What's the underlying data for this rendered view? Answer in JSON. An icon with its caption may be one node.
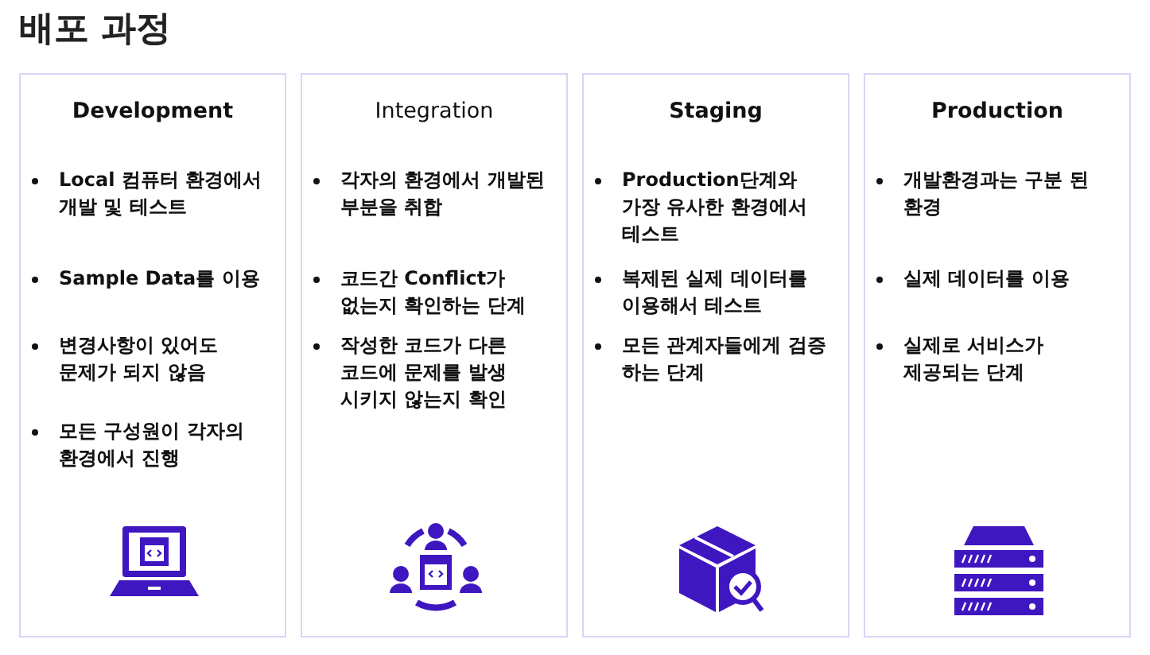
{
  "diagram": {
    "title": "배포 과정",
    "nodes": [
      {
        "text": [
          "Development",
          "Local 컴퓨터 환경에서 개발 및 테스트",
          "Sample Data를 이용",
          "변경사항이 있어도 문제가 되지 않음",
          "모든 구성원이 각자의 환경에서 진행"
        ]
      },
      {
        "text": [
          "Integration",
          "각자의 환경에서 개발된 부분을 취합",
          "코드간 Conflict가 없는지 확인하는 단계",
          "작성한 코드가 다른 코드에 문제를 발생 시키지 않는지 확인"
        ]
      },
      {
        "text": [
          "Staging",
          "Production단계와 가장 유사한 환경에서 테스트",
          "복제된 실제 데이터를 이용해서 테스트",
          "모든 관계자들에게 검증 하는 단계"
        ]
      },
      {
        "text": [
          "Production",
          "개발환경과는 구분 된 환경",
          "실제 데이터를 이용",
          "실제로 서비스가 제공되는 단계"
        ]
      }
    ]
  }
}
